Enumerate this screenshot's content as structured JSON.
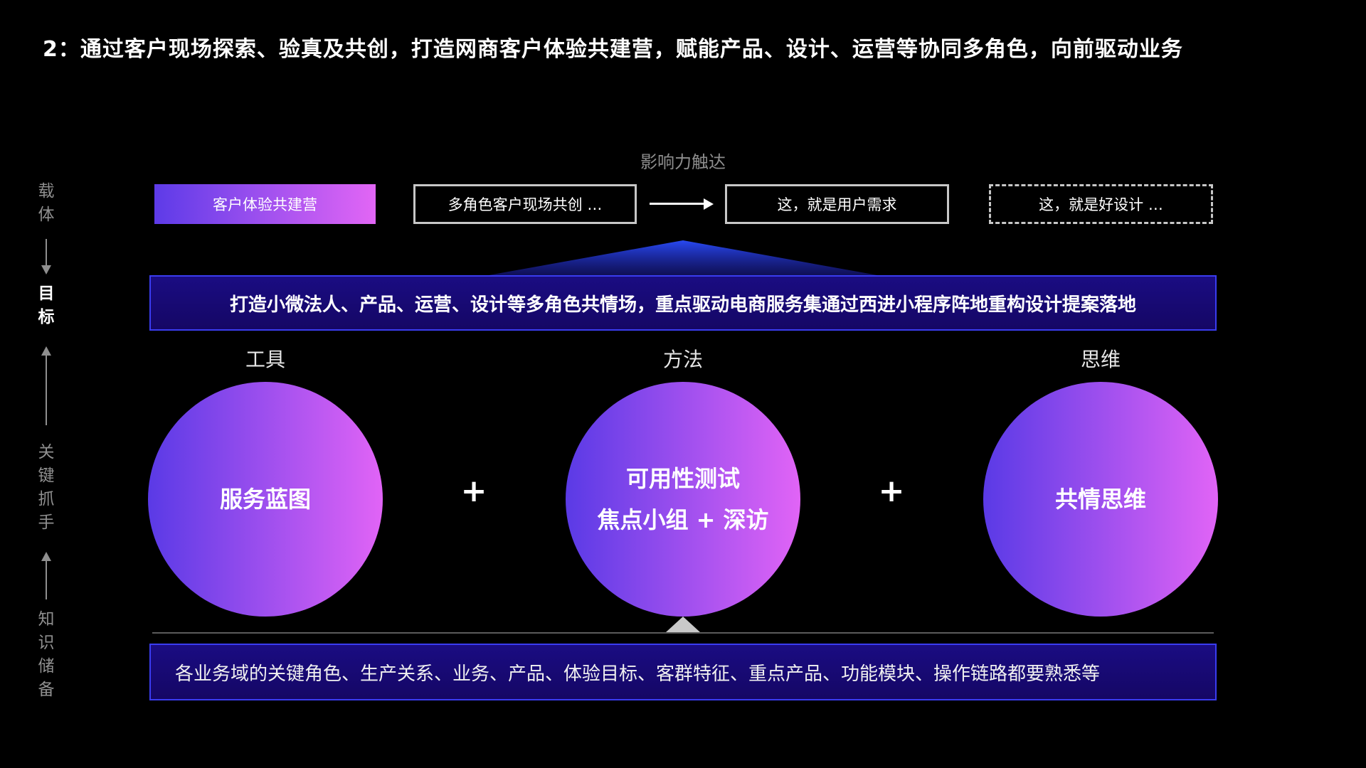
{
  "page": {
    "title": "2：通过客户现场探索、验真及共创，打造网商客户体验共建营，赋能产品、设计、运营等协同多角色，向前驱动业务"
  },
  "impact": {
    "label": "影响力触达",
    "carrier": "客户体验共建营",
    "step1": "多角色客户现场共创 …",
    "step2": "这，就是用户需求",
    "step3": "这，就是好设计 …"
  },
  "goal": {
    "text": "打造小微法人、产品、运营、设计等多角色共情场，重点驱动电商服务集通过西进小程序阵地重构设计提案落地"
  },
  "pillars": [
    {
      "label": "工具",
      "lines": [
        "服务蓝图"
      ]
    },
    {
      "label": "方法",
      "lines": [
        "可用性测试",
        "焦点小组 + 深访"
      ]
    },
    {
      "label": "思维",
      "lines": [
        "共情思维"
      ]
    }
  ],
  "operators": [
    "+",
    "+"
  ],
  "knowledge": {
    "text": "各业务域的关键角色、生产关系、业务、产品、体验目标、客群特征、重点产品、功能模块、操作链路都要熟悉等"
  },
  "side_nav": {
    "carrier": [
      "载",
      "体"
    ],
    "goal": [
      "目",
      "标"
    ],
    "key": [
      "关",
      "键",
      "抓",
      "手"
    ],
    "knowledge": [
      "知",
      "识",
      "储",
      "备"
    ]
  },
  "colors": {
    "background": "#000000",
    "gradient_start": "#5a3ae6",
    "gradient_end": "#e164f6",
    "bar_fill": "#170a73",
    "bar_border": "#3a3cf0",
    "muted_text": "#8f8f8f"
  }
}
